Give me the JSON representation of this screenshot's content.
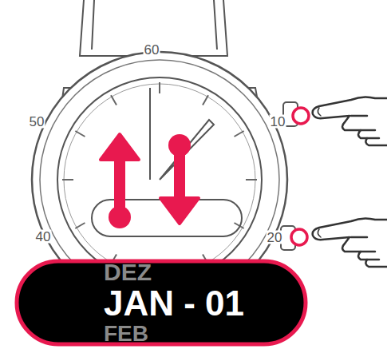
{
  "diagram": {
    "nodes": [
      {
        "text": [
          "DEZ",
          "JAN - 01",
          "FEB"
        ]
      }
    ],
    "labels": [
      "60",
      "50",
      "10",
      "40",
      "20"
    ]
  }
}
